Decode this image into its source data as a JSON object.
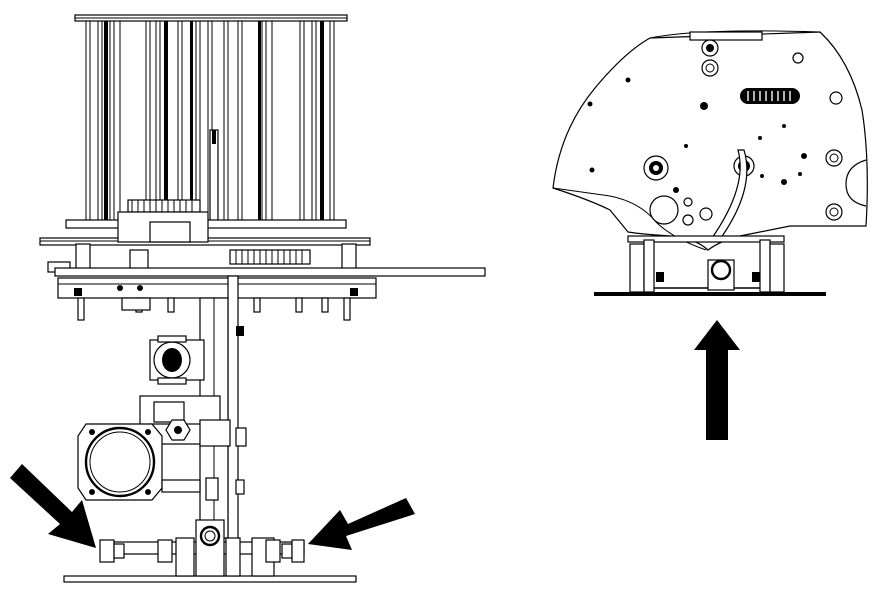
{
  "figure": {
    "views": [
      "front-view",
      "side-view"
    ],
    "arrows": [
      {
        "target": "left-mount-foot",
        "direction": "down-right"
      },
      {
        "target": "right-mount-foot",
        "direction": "down-left"
      },
      {
        "target": "side-mount-foot",
        "direction": "up"
      }
    ],
    "colors": {
      "line": "#000000",
      "background": "#ffffff",
      "arrow": "#000000"
    }
  }
}
